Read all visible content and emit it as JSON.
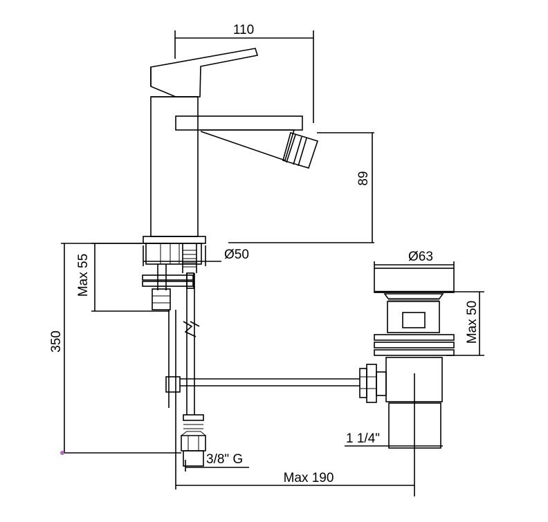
{
  "dimensions": {
    "top_width": "110",
    "spout_height": "89",
    "base_diameter": "Ø50",
    "max_deck": "Max 55",
    "total_height": "350",
    "waste_diameter": "Ø63",
    "waste_max": "Max 50",
    "waste_thread": "1 1/4\"",
    "hose_connection": "3/8\" G",
    "max_reach": "Max 190"
  },
  "colors": {
    "line": "#000000",
    "accent_dot": "#b06ab3"
  }
}
